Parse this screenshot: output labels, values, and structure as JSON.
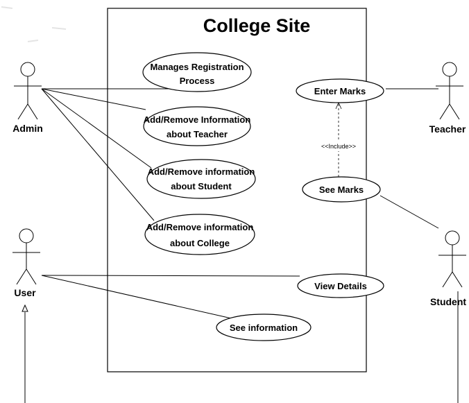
{
  "diagram": {
    "system_title": "College Site",
    "actors": {
      "admin": "Admin",
      "teacher": "Teacher",
      "user": "User",
      "student": "Student"
    },
    "use_cases": {
      "manage_registration": [
        "Manages Registration",
        "Process"
      ],
      "teacher_info": [
        "Add/Remove Information",
        "about Teacher"
      ],
      "student_info": [
        "Add/Remove information",
        "about Student"
      ],
      "college_info": [
        "Add/Remove information",
        "about College"
      ],
      "enter_marks": [
        "Enter Marks"
      ],
      "see_marks": [
        "See Marks"
      ],
      "view_details": [
        "View Details"
      ],
      "see_information": [
        "See information"
      ]
    },
    "include_label": "<<Include>>"
  }
}
